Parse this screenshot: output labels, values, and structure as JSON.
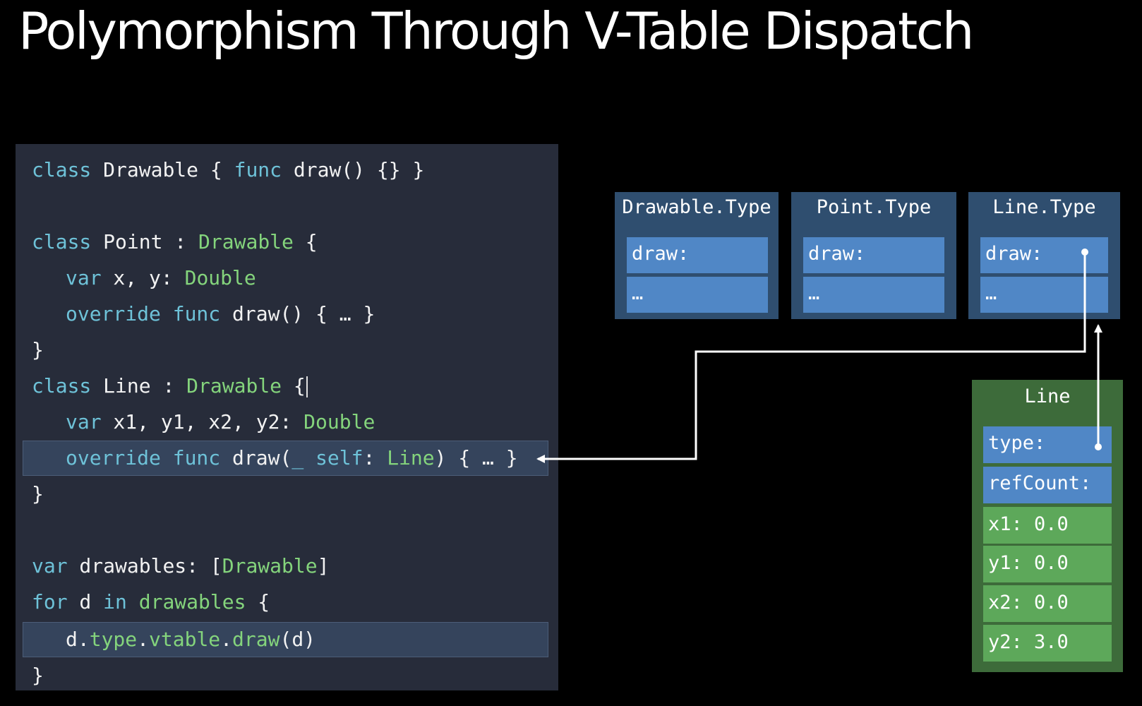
{
  "title": "Polymorphism Through V-Table Dispatch",
  "code": {
    "line1": {
      "kw_class": "class",
      "name": "Drawable",
      "p1": " { ",
      "kw_func": "func",
      "rest": " draw() {} }"
    },
    "line3": {
      "kw_class": "class",
      "name": "Point",
      "colon": " : ",
      "type": "Drawable",
      "brace": " {"
    },
    "line4": {
      "kw_var": "var",
      "names": " x, y: ",
      "type": "Double"
    },
    "line5": {
      "kw_override": "override",
      "kw_func": "func",
      "rest": " draw() { … }"
    },
    "line6": "}",
    "line7": {
      "kw_class": "class",
      "name": "Line",
      "colon": " : ",
      "type": "Drawable",
      "brace": " {"
    },
    "line8": {
      "kw_var": "var",
      "names": " x1, y1, x2, y2: ",
      "type": "Double"
    },
    "line9": {
      "kw_override": "override",
      "kw_func": "func",
      "open": " draw(",
      "kw_underscore": "_",
      "kw_self": "self",
      "colon": ": ",
      "type": "Line",
      "rest": ") { … }"
    },
    "line10": "}",
    "line12": {
      "kw_var": "var",
      "name": " drawables: [",
      "type": "Drawable",
      "close": "]"
    },
    "line13": {
      "kw_for": "for",
      "var": " d ",
      "kw_in": "in",
      "name": " drawables",
      "brace": " {"
    },
    "line14": {
      "d": "d",
      "dot": ".",
      "type": "type",
      "vtable": "vtable",
      "draw": "draw",
      "args": "(d)"
    },
    "line15": "}"
  },
  "vtables": [
    {
      "title": "Drawable.Type",
      "rows": [
        "draw:",
        "…"
      ]
    },
    {
      "title": "Point.Type",
      "rows": [
        "draw:",
        "…"
      ]
    },
    {
      "title": "Line.Type",
      "rows": [
        "draw:",
        "…"
      ]
    }
  ],
  "instance": {
    "title": "Line",
    "fields": [
      "type:",
      "refCount:",
      "x1: 0.0",
      "y1: 0.0",
      "x2: 0.0",
      "y2: 3.0"
    ]
  },
  "colors": {
    "code_bg": "#272c3a",
    "keyword": "#6ec2d8",
    "type": "#84d47c",
    "vtable_bg": "#2f4e6f",
    "cell_blue": "#5087c6",
    "instance_bg": "#3d6b3a",
    "cell_green": "#5da85a"
  }
}
